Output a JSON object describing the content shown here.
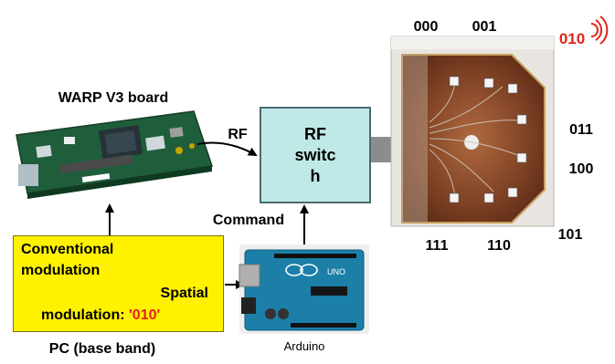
{
  "warp_board": {
    "title": "WARP V3 board"
  },
  "rf_switch": {
    "line1": "RF",
    "line2": "switc",
    "line3": "h"
  },
  "arrow_labels": {
    "rf": "RF",
    "command": "Command"
  },
  "pc_box": {
    "line1": "Conventional",
    "line2": "modulation",
    "spatial_line1": "Spatial",
    "spatial_line2": "modulation:",
    "spatial_value": "'010'"
  },
  "pc_caption": "PC (base band)",
  "arduino": {
    "caption": "Arduino",
    "logo_text": "UNO"
  },
  "antenna_codes": {
    "c000": "000",
    "c001": "001",
    "c010": "010",
    "c011": "011",
    "c100": "100",
    "c101": "101",
    "c110": "110",
    "c111": "111"
  },
  "colors": {
    "pc_box": "#fff200",
    "rf_switch": "#bfe9e7",
    "active_code": "#e2231a",
    "antenna_copper": "#8a4a2a"
  },
  "icons": [
    "wifi-signal-icon"
  ]
}
